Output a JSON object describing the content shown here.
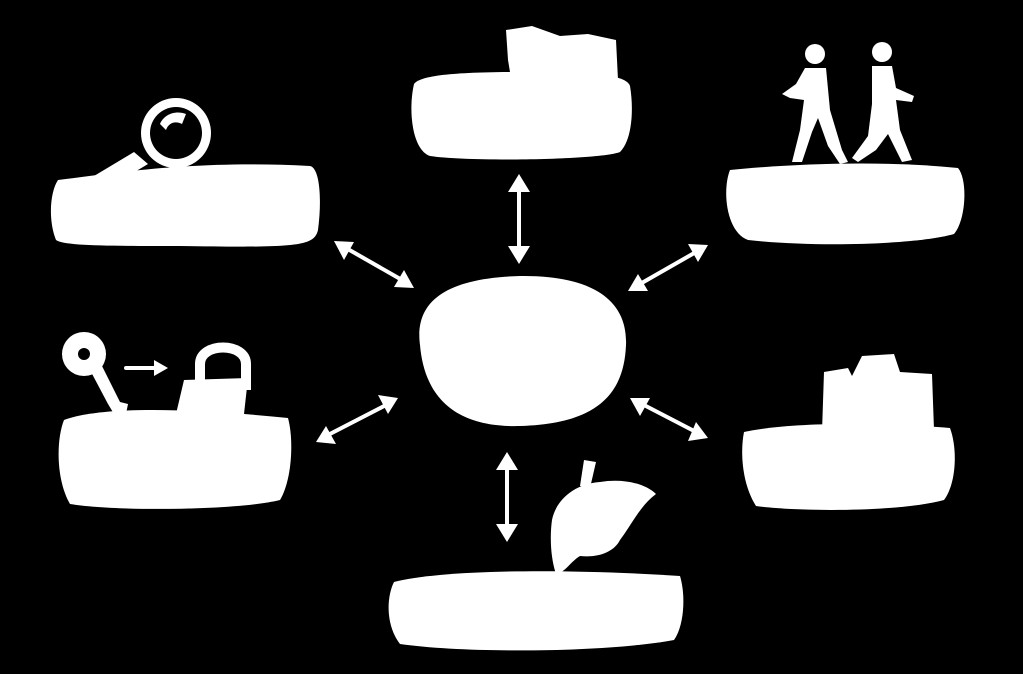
{
  "diagram": {
    "background_color": "#000000",
    "shape_color": "#ffffff",
    "center_node": {
      "label": ""
    },
    "nodes": [
      {
        "id": "top",
        "icon": "boot-icon",
        "label": ""
      },
      {
        "id": "top-left",
        "icon": "magnifying-glass-icon",
        "label": ""
      },
      {
        "id": "top-right",
        "icon": "walking-people-icon",
        "label": ""
      },
      {
        "id": "bottom-left",
        "icon": "key-and-padlock-icon",
        "label": ""
      },
      {
        "id": "bottom-right",
        "icon": "camera-icon",
        "label": ""
      },
      {
        "id": "bottom",
        "icon": "hand-writing-icon",
        "label": ""
      }
    ],
    "connections": [
      {
        "from": "center",
        "to": "top",
        "direction": "both"
      },
      {
        "from": "center",
        "to": "top-left",
        "direction": "both"
      },
      {
        "from": "center",
        "to": "top-right",
        "direction": "both"
      },
      {
        "from": "center",
        "to": "bottom-left",
        "direction": "both"
      },
      {
        "from": "center",
        "to": "bottom-right",
        "direction": "both"
      },
      {
        "from": "center",
        "to": "bottom",
        "direction": "both"
      }
    ]
  }
}
